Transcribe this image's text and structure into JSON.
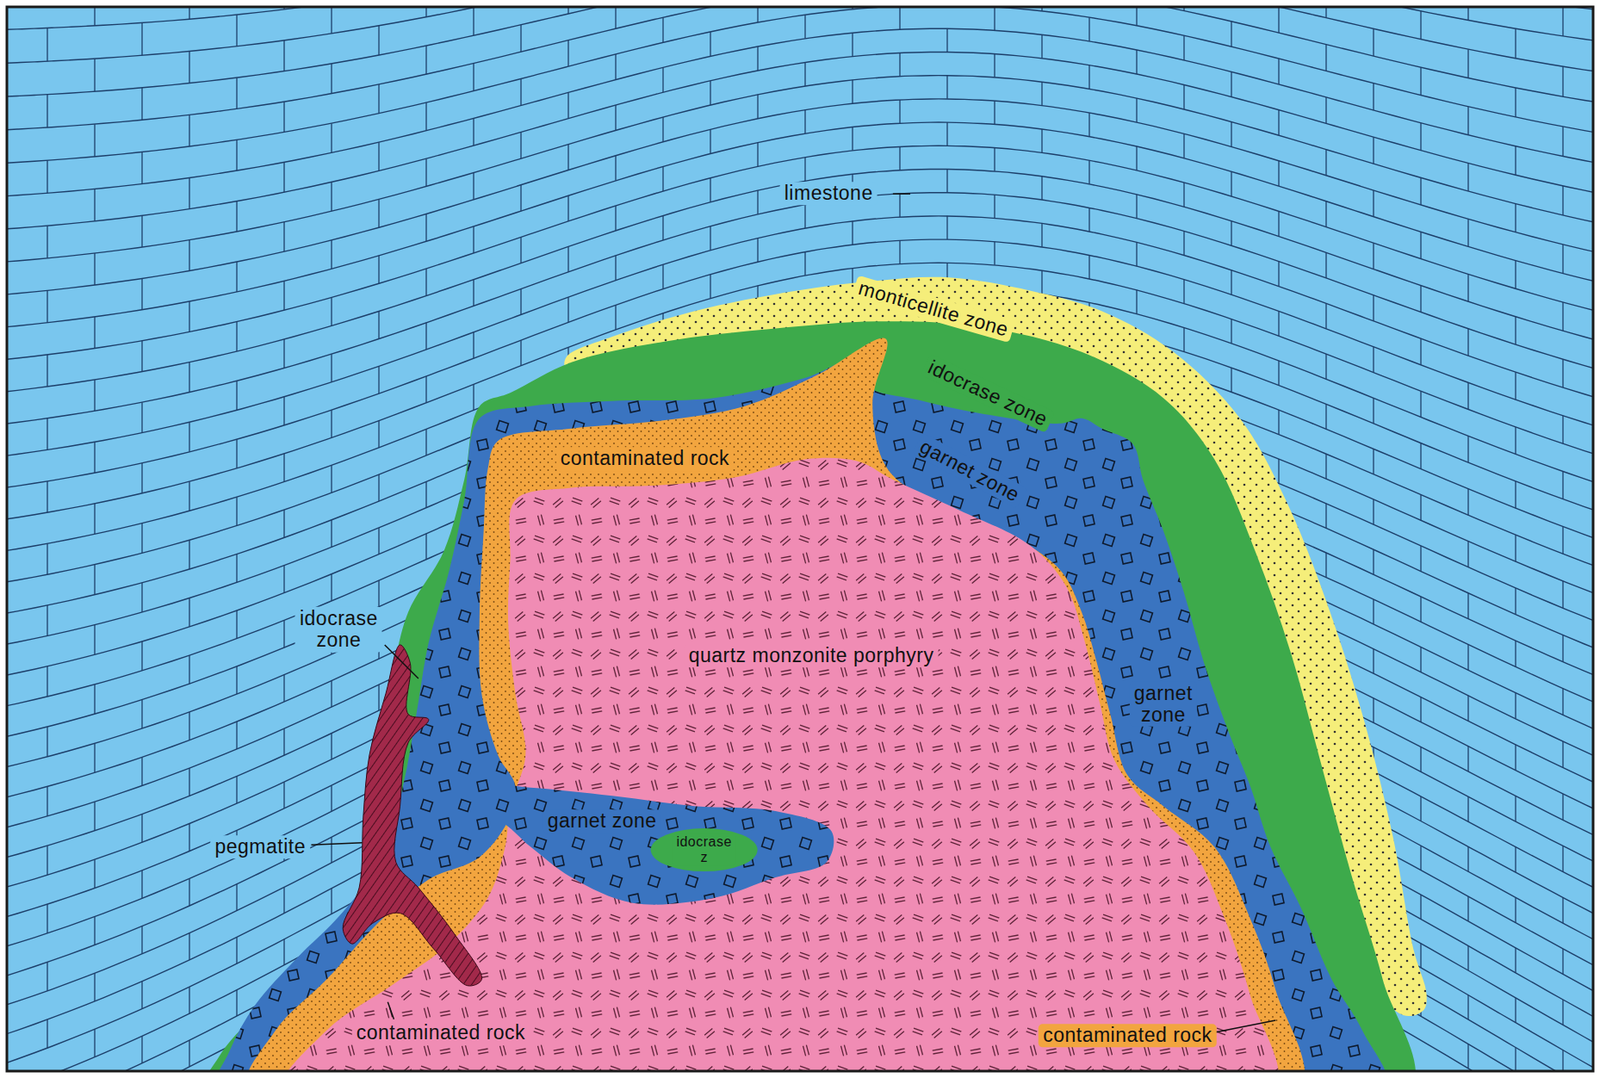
{
  "diagram": {
    "labels": [
      "limestone",
      "monticellite zone",
      "idocrase zone",
      "garnet zone",
      "contaminated rock",
      "quartz monzonite porphyry",
      "idocrase zone",
      "pegmatite",
      "garnet zone",
      "garnet zone",
      "idocrase z",
      "contaminated rock",
      "contaminated rock"
    ]
  }
}
